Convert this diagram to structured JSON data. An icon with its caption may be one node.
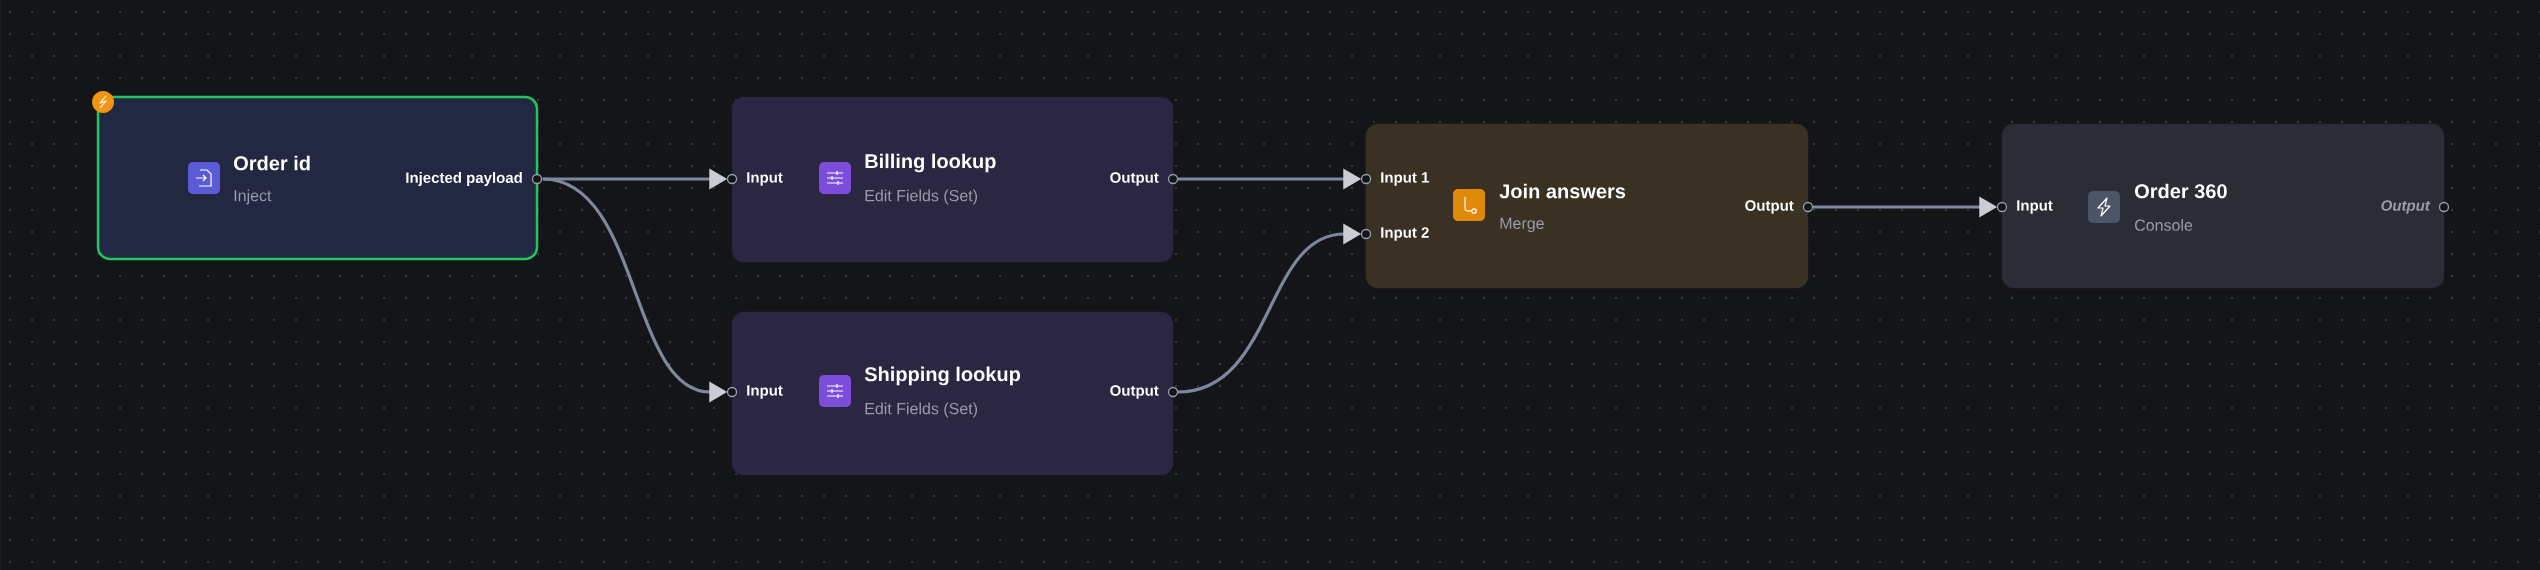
{
  "diagram": {
    "nodes": [
      {
        "text": [
          "Order id",
          "Inject",
          "Injected payload"
        ]
      },
      {
        "text": [
          "Billing lookup",
          "Edit Fields (Set)",
          "Input",
          "Output"
        ]
      },
      {
        "text": [
          "Shipping lookup",
          "Edit Fields (Set)",
          "Input",
          "Output"
        ]
      },
      {
        "text": [
          "Join answers",
          "Merge",
          "Input 1",
          "Input 2",
          "Output"
        ]
      },
      {
        "text": [
          "Order 360",
          "Console",
          "Input",
          "Output"
        ]
      }
    ],
    "edges": [
      {
        "from": 0,
        "to": 1,
        "arrow": "to"
      },
      {
        "from": 0,
        "to": 2,
        "arrow": "to"
      },
      {
        "from": 1,
        "to": 3,
        "arrow": "to"
      },
      {
        "from": 2,
        "to": 3,
        "arrow": "to"
      },
      {
        "from": 3,
        "to": 4,
        "arrow": "to"
      }
    ]
  }
}
